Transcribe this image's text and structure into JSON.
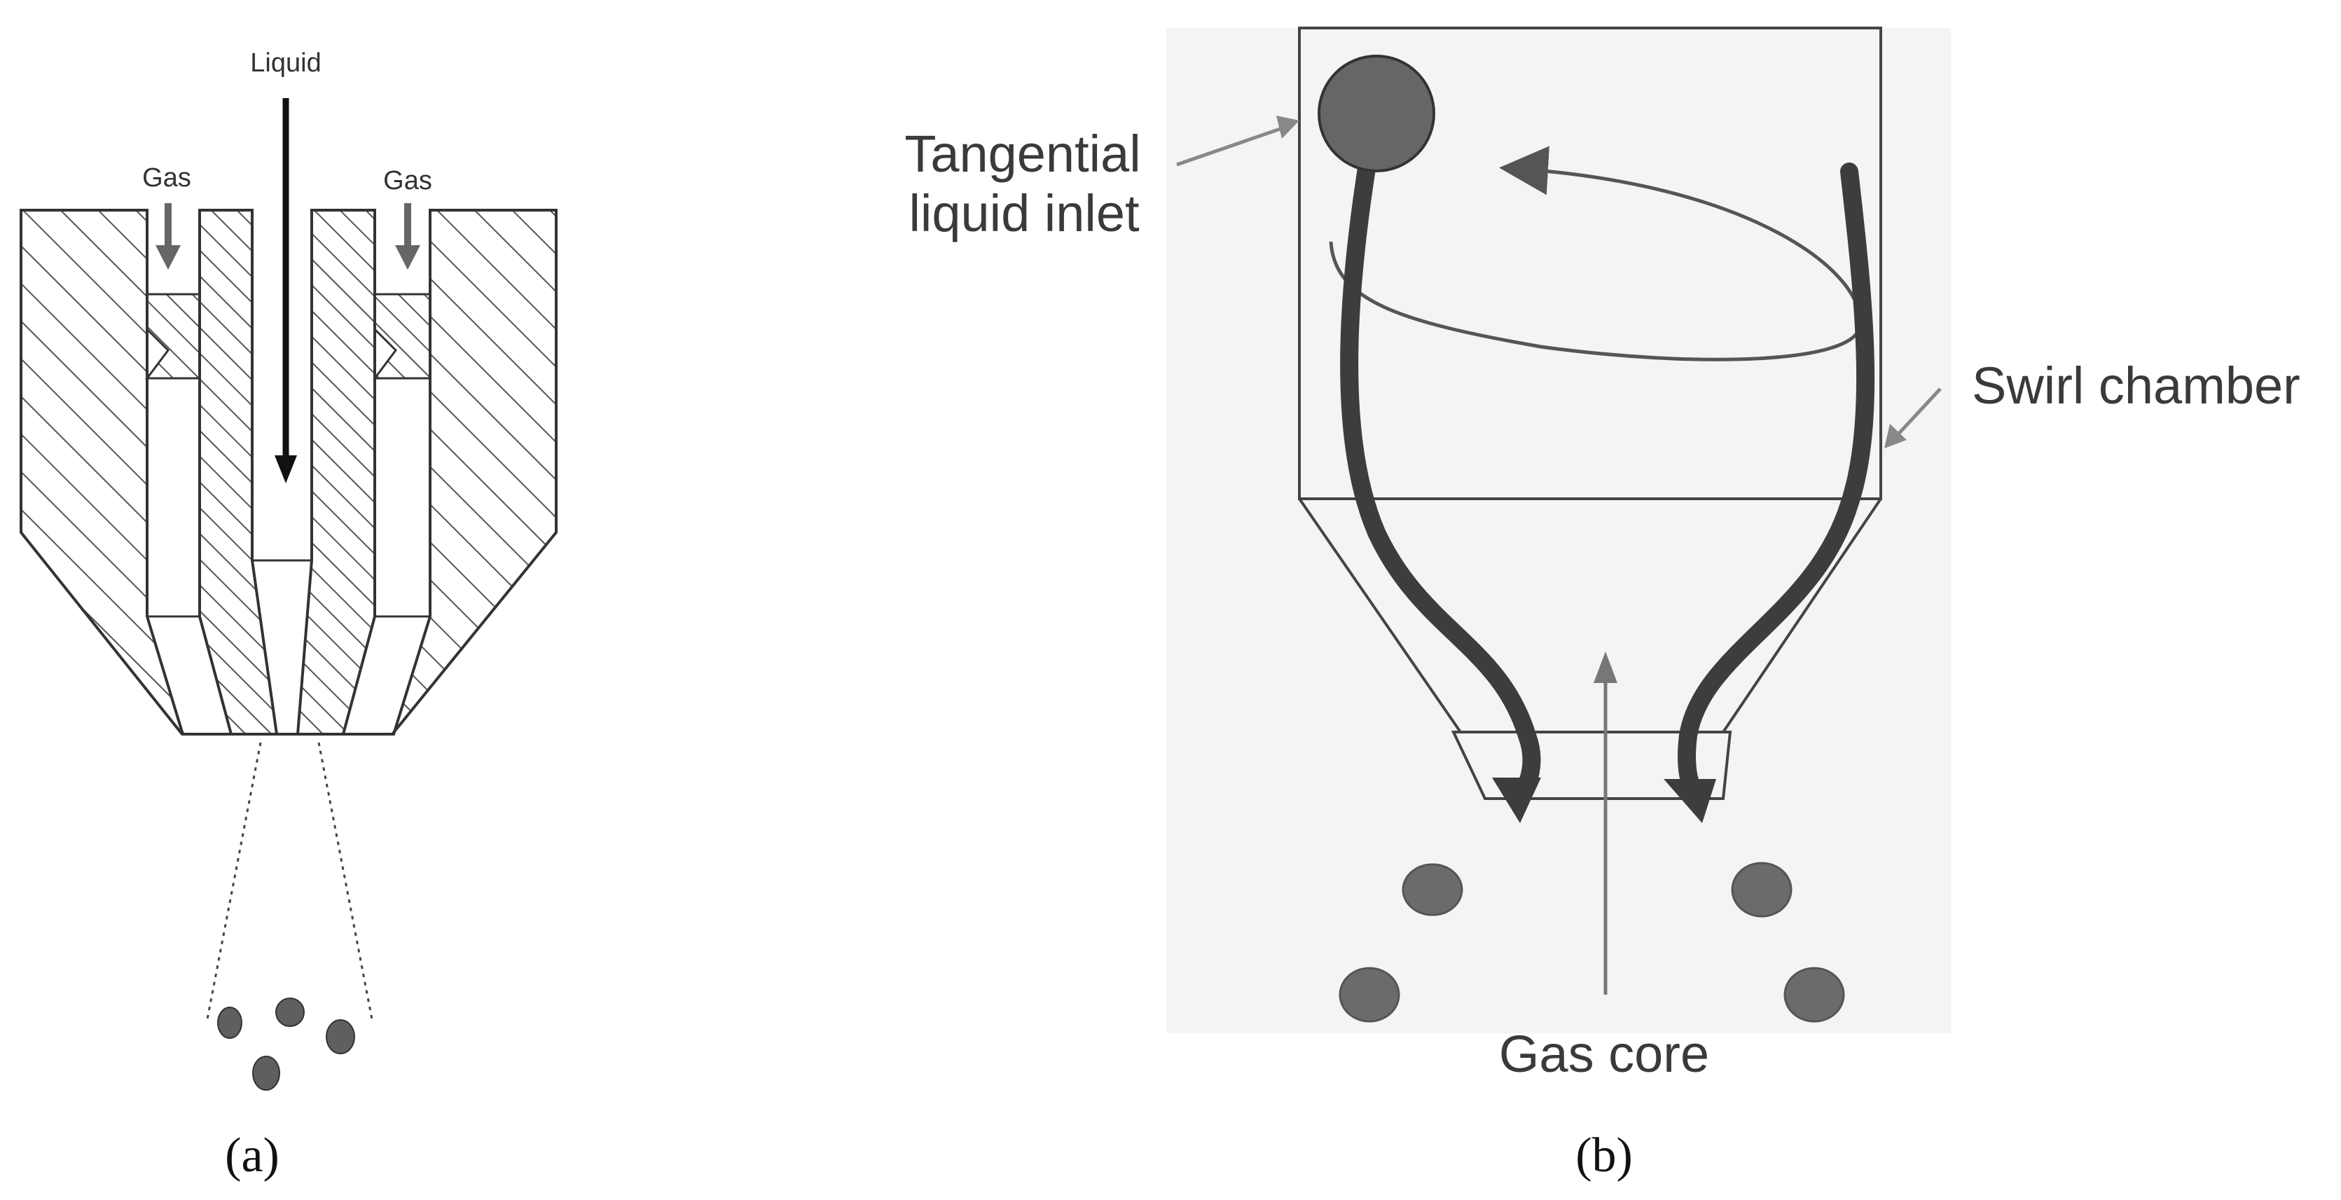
{
  "panel_a": {
    "liquid_label": "Liquid",
    "gas_label_left": "Gas",
    "gas_label_right": "Gas",
    "caption": "(a)"
  },
  "panel_b": {
    "tangential_label_line1": "Tangential",
    "tangential_label_line2": "liquid inlet",
    "swirl_label": "Swirl chamber",
    "gas_core_label": "Gas core",
    "caption": "(b)"
  },
  "colors": {
    "line": "#333333",
    "hatch": "#555555",
    "droplet": "#5f5f5f",
    "panel_b_bg": "#f4f4f4",
    "label_text": "#3a3a3a"
  }
}
